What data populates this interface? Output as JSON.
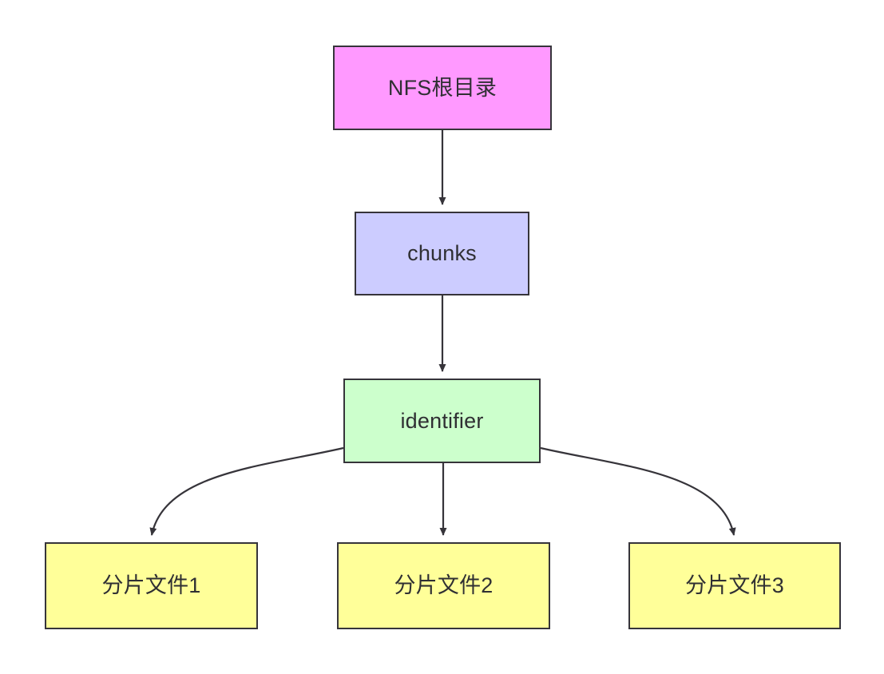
{
  "diagram": {
    "type": "flowchart",
    "direction": "top-to-bottom",
    "background_color": "#ffffff",
    "edge_color": "#36343a",
    "border_color": "#36343a",
    "text_color": "#2f2f33",
    "nodes": [
      {
        "id": "nfs-root",
        "label": "NFS根目录",
        "fill": "#ff99ff",
        "shape": "rectangle"
      },
      {
        "id": "chunks",
        "label": "chunks",
        "fill": "#ccccff",
        "shape": "rectangle"
      },
      {
        "id": "identifier",
        "label": "identifier",
        "fill": "#ccffcc",
        "shape": "rectangle"
      },
      {
        "id": "shard-1",
        "label": "分片文件1",
        "fill": "#ffff99",
        "shape": "rectangle"
      },
      {
        "id": "shard-2",
        "label": "分片文件2",
        "fill": "#ffff99",
        "shape": "rectangle"
      },
      {
        "id": "shard-3",
        "label": "分片文件3",
        "fill": "#ffff99",
        "shape": "rectangle"
      }
    ],
    "edges": [
      {
        "from": "nfs-root",
        "to": "chunks",
        "style": "straight-arrow",
        "label": ""
      },
      {
        "from": "chunks",
        "to": "identifier",
        "style": "straight-arrow",
        "label": ""
      },
      {
        "from": "identifier",
        "to": "shard-1",
        "style": "curved-arrow",
        "label": ""
      },
      {
        "from": "identifier",
        "to": "shard-2",
        "style": "straight-arrow",
        "label": ""
      },
      {
        "from": "identifier",
        "to": "shard-3",
        "style": "curved-arrow",
        "label": ""
      }
    ]
  }
}
